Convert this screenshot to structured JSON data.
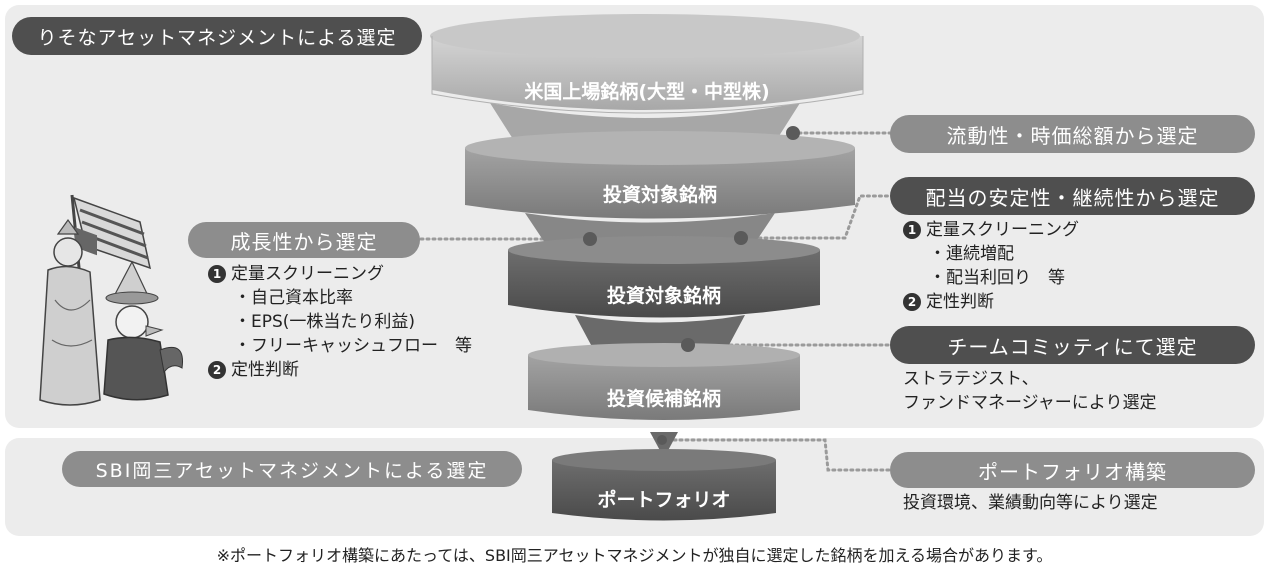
{
  "colors": {
    "panel_bg": "#ececec",
    "pill_dark": "#4f4f4f",
    "pill_mid": "#8d8d8d",
    "funnel_light": "#bdbdbd",
    "funnel_mid": "#8a8a8a",
    "funnel_dark": "#555555"
  },
  "top_section": {
    "title": "りそなアセットマネジメントによる選定"
  },
  "bottom_section": {
    "title": "SBI岡三アセットマネジメントによる選定"
  },
  "funnel": {
    "stage1": "米国上場銘柄(大型・中型株)",
    "stage2": "投資対象銘柄",
    "stage3": "投資対象銘柄",
    "stage4": "投資候補銘柄",
    "stage5": "ポートフォリオ"
  },
  "right": {
    "liquidity": "流動性・時価総額から選定",
    "dividend": "配当の安定性・継続性から選定",
    "dividend_items": {
      "n1": "1",
      "quant": "定量スクリーニング",
      "a": "・連続増配",
      "b": "・配当利回り　等",
      "n2": "2",
      "qual": "定性判断"
    },
    "committee": "チームコミッティにて選定",
    "committee_desc_1": "ストラテジスト、",
    "committee_desc_2": "ファンドマネージャーにより選定",
    "portfolio": "ポートフォリオ構築",
    "portfolio_desc": "投資環境、業績動向等により選定"
  },
  "left": {
    "growth": "成長性から選定",
    "growth_items": {
      "n1": "1",
      "quant": "定量スクリーニング",
      "a": "・自己資本比率",
      "b": "・EPS(一株当たり利益)",
      "c": "・フリーキャッシュフロー　等",
      "n2": "2",
      "qual": "定性判断"
    }
  },
  "footnote": "※ポートフォリオ構築にあたっては、SBI岡三アセットマネジメントが独自に選定した銘柄を加える場合があります。"
}
